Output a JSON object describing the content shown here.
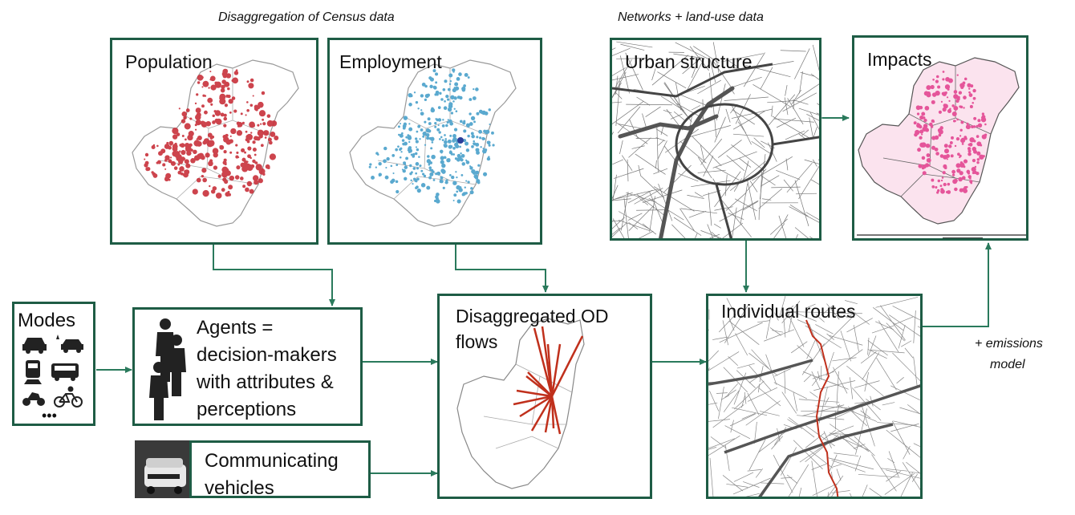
{
  "captions": {
    "census": "Disaggregation of Census data",
    "networks": "Networks + land-use data",
    "emissions_line1": "+ emissions",
    "emissions_line2": "model"
  },
  "panels": {
    "population": "Population",
    "employment": "Employment",
    "urban_structure": "Urban structure",
    "impacts": "Impacts",
    "od_flows_line1": "Disaggregated OD",
    "od_flows_line2": "flows",
    "routes": "Individual routes"
  },
  "modes": {
    "title": "Modes",
    "more": "•••"
  },
  "agents": {
    "line1": "Agents =",
    "line2": "decision-makers",
    "line3": "with attributes &",
    "line4": "perceptions"
  },
  "vehicles": {
    "line1": "Communicating",
    "line2": "vehicles"
  },
  "colors": {
    "frame": "#1e5c45",
    "arrow": "#2a7a5c",
    "population": "#c8303a",
    "employment": "#5aa9cf",
    "impacts": "#e5559a",
    "od_lines": "#c0301c"
  }
}
